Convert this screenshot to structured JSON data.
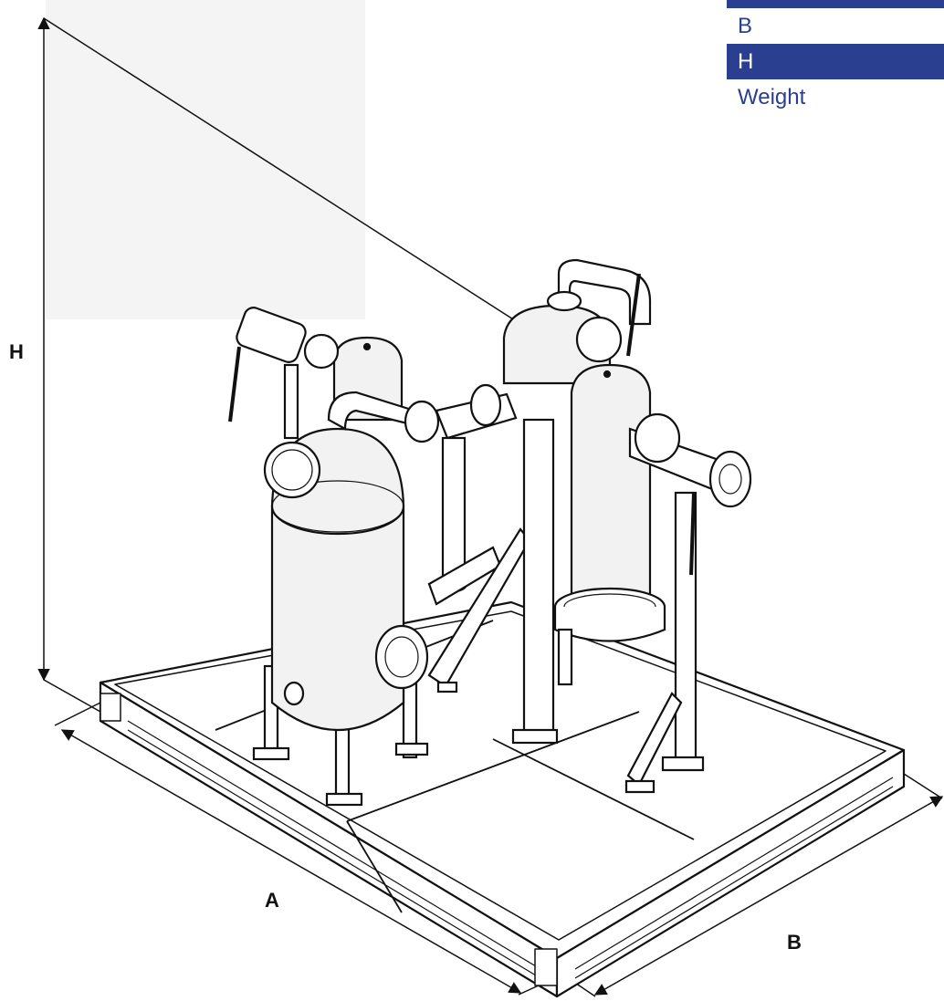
{
  "dimension_labels": {
    "height": "H",
    "length": "A",
    "width": "B"
  },
  "legend": {
    "items": [
      {
        "label": "B",
        "highlighted": false
      },
      {
        "label": "H",
        "highlighted": true
      },
      {
        "label": "Weight",
        "highlighted": false
      }
    ]
  },
  "colors": {
    "legend_accent": "#2a3f8f",
    "legend_text": "#2a3f8f",
    "legend_text_on_accent": "#ffffff",
    "line_art": "#111111",
    "vessel_fill": "#f2f2f2",
    "haze": "#f4f4f4"
  }
}
